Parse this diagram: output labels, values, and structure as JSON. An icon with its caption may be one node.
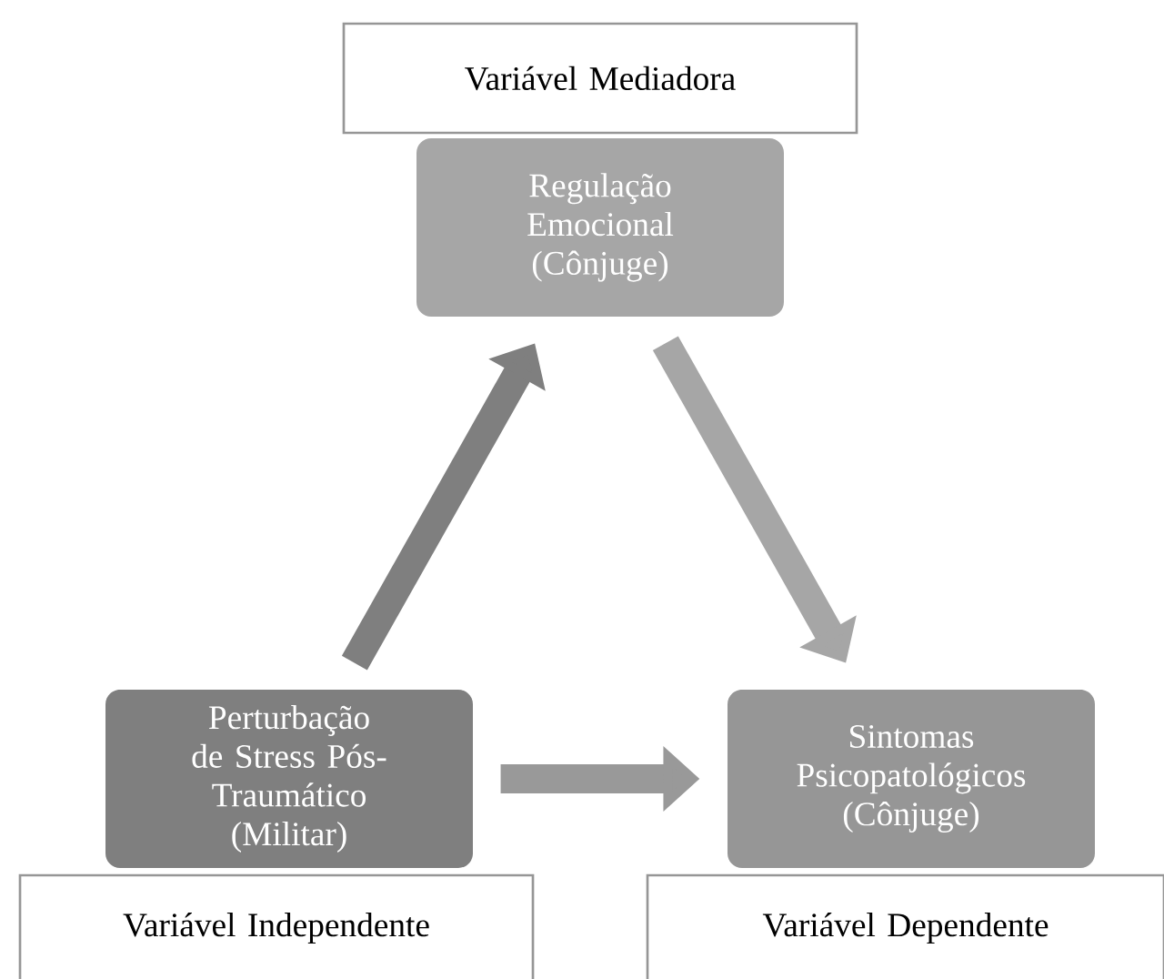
{
  "diagram": {
    "nodes": [
      {
        "text": [
          "Variável Mediadora"
        ]
      },
      {
        "text": [
          "Regulação Emocional (Cônjuge)"
        ]
      },
      {
        "text": [
          "Perturbação de Stress Pós-Traumático (Militar)"
        ]
      },
      {
        "text": [
          "Sintomas Psicopatológicos (Cônjuge)"
        ]
      },
      {
        "text": [
          "Variável Independente"
        ]
      },
      {
        "text": [
          "Variável Dependente"
        ]
      }
    ],
    "edges": [
      {
        "from": 2,
        "to": 1,
        "arrow": "to",
        "color": "#7f7f7f"
      },
      {
        "from": 1,
        "to": 3,
        "arrow": "to",
        "color": "#a6a6a6"
      },
      {
        "from": 2,
        "to": 3,
        "arrow": "to",
        "color": "#999999"
      }
    ]
  }
}
